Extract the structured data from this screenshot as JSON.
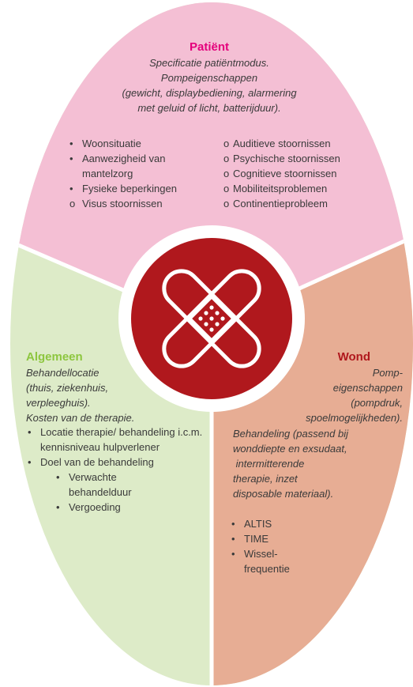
{
  "colors": {
    "patient_fill": "#f4bfd4",
    "algemeen_fill": "#ddebc8",
    "wond_fill": "#e7ad94",
    "center_fill": "#b0181d",
    "patient_title": "#e4007c",
    "algemeen_title": "#8dc63f",
    "wond_title": "#b0181d"
  },
  "center_icon": "crossed-bandages-icon",
  "patient": {
    "title": "Patiënt",
    "desc": [
      "Specificatie patiëntmodus.",
      "Pompeigenschappen",
      "(gewicht, displaybediening, alarmering",
      "met geluid of licht, batterijduur)."
    ],
    "col1": [
      {
        "marker": "•",
        "text": "Woonsituatie"
      },
      {
        "marker": "•",
        "text": "Aanwezigheid van mantelzorg"
      },
      {
        "marker": "•",
        "text": "Fysieke beperkingen"
      },
      {
        "marker": "o",
        "text": "Visus stoornissen"
      }
    ],
    "col2": [
      {
        "marker": "o",
        "text": "Auditieve stoornissen"
      },
      {
        "marker": "o",
        "text": "Psychische stoornissen"
      },
      {
        "marker": "o",
        "text": "Cognitieve stoornissen"
      },
      {
        "marker": "o",
        "text": "Mobiliteitsproblemen"
      },
      {
        "marker": "o",
        "text": "Continentieprobleem"
      }
    ]
  },
  "algemeen": {
    "title": "Algemeen",
    "desc": [
      "Behandellocatie",
      "(thuis, ziekenhuis,",
      "verpleeghuis).",
      "Kosten van de therapie."
    ],
    "list": [
      {
        "marker": "•",
        "text": "Locatie therapie/ behandeling i.c.m. kennisniveau hulpverlener"
      },
      {
        "marker": "•",
        "text": "Doel van de behandeling"
      }
    ],
    "sublist": [
      {
        "marker": "•",
        "text": "Verwachte behandelduur"
      },
      {
        "marker": "•",
        "text": "Vergoeding"
      }
    ]
  },
  "wond": {
    "title": "Wond",
    "desc1": [
      "Pomp-",
      "eigenschappen",
      "(pompdruk,",
      "spoelmogelijkheden)."
    ],
    "desc2": [
      "Behandeling (passend bij",
      "wonddiepte en exsudaat,",
      " intermitterende",
      "therapie, inzet",
      "disposable materiaal)."
    ],
    "list": [
      {
        "marker": "•",
        "text": "ALTIS"
      },
      {
        "marker": "•",
        "text": "TIME"
      },
      {
        "marker": "•",
        "text": "Wissel-frequentie"
      }
    ]
  }
}
